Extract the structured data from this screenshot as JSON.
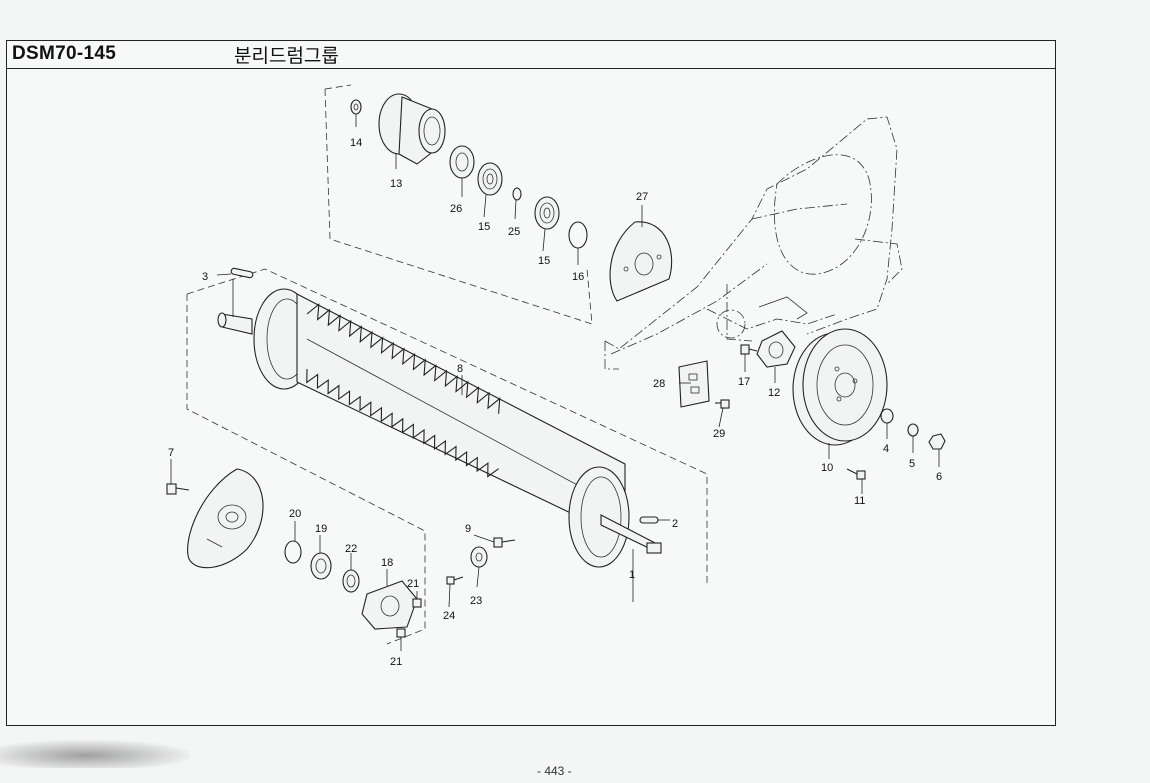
{
  "header": {
    "model_code": "DSM70-145",
    "group_title": "분리드럼그룹"
  },
  "footer": {
    "page_number": "- 443 -"
  },
  "callouts": {
    "c1": "1",
    "c2": "2",
    "c3": "3",
    "c4": "4",
    "c5": "5",
    "c6": "6",
    "c7": "7",
    "c8": "8",
    "c9": "9",
    "c10": "10",
    "c11": "11",
    "c12": "12",
    "c13": "13",
    "c14": "14",
    "c15a": "15",
    "c15b": "15",
    "c16": "16",
    "c17": "17",
    "c18": "18",
    "c19": "19",
    "c20": "20",
    "c21a": "21",
    "c21b": "21",
    "c22": "22",
    "c23": "23",
    "c24": "24",
    "c25": "25",
    "c26": "26",
    "c27": "27",
    "c28": "28",
    "c29": "29"
  }
}
